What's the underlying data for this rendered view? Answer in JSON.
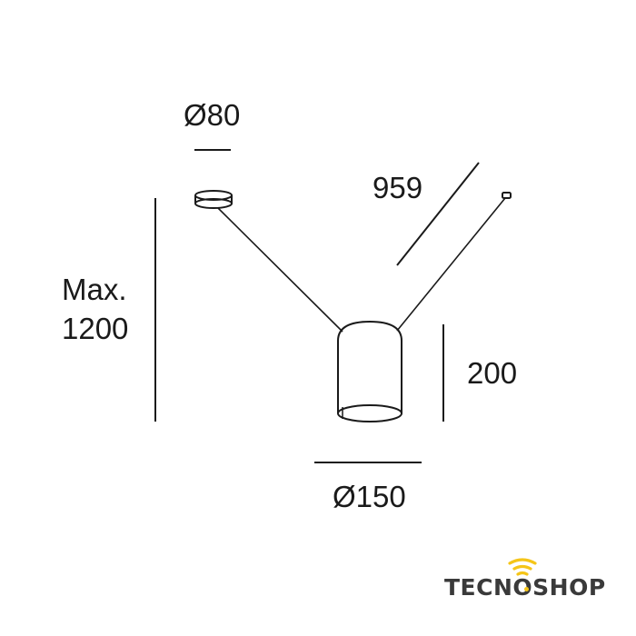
{
  "diagram": {
    "type": "technical-dimension-drawing",
    "subject": "pendant lamp",
    "unit": "mm",
    "dimensions": {
      "canopy_diameter": "Ø80",
      "cable_length": "959",
      "max_height_line1": "Max.",
      "max_height_line2": "1200",
      "shade_height": "200",
      "shade_diameter": "Ø150"
    },
    "colors": {
      "line": "#1a1a1a",
      "background": "#ffffff"
    }
  },
  "brand": {
    "name": "TECNOSHOP",
    "text_color": "#3a3a3a",
    "accent_color": "#f5c518",
    "icon": "wifi-signal-icon"
  }
}
